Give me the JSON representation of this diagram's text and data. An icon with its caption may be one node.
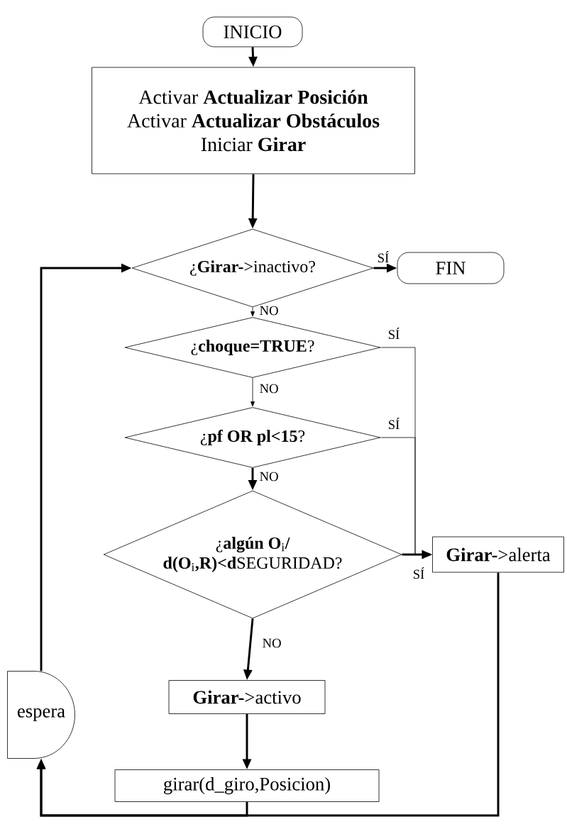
{
  "diagram": {
    "nodes": [
      {
        "text": [
          "INICIO"
        ]
      },
      {
        "text": [
          "Activar **Actualizar Posición**",
          "Activar **Actualizar Obstáculos**",
          "Iniciar **Girar**"
        ]
      },
      {
        "text": [
          "¿**Girar-**>inactivo?"
        ]
      },
      {
        "text": [
          "FIN"
        ]
      },
      {
        "text": [
          "¿**choque=TRUE**?"
        ]
      },
      {
        "text": [
          "¿**pf OR pl<15**?"
        ]
      },
      {
        "text": [
          "¿**algún O**$_{i}$**/ d(O**$_{i}$**,R)<d**SEGURIDAD?"
        ]
      },
      {
        "text": [
          "**Girar-**>alerta"
        ]
      },
      {
        "text": [
          "**Girar-**>activo"
        ]
      },
      {
        "text": [
          "girar(d_giro,Posicion)"
        ]
      },
      {
        "text": [
          "espera"
        ]
      }
    ],
    "edges": [
      {
        "from": 0,
        "to": 1,
        "arrow": "to"
      },
      {
        "from": 1,
        "to": 2,
        "arrow": "to"
      },
      {
        "from": 2,
        "to": 3,
        "arrow": "to",
        "label": "SÍ"
      },
      {
        "from": 2,
        "to": 4,
        "arrow": "to",
        "label": "NO"
      },
      {
        "from": 4,
        "to": 5,
        "arrow": "to",
        "label": "NO"
      },
      {
        "from": 4,
        "to": 7,
        "arrow": "to",
        "label": "SÍ"
      },
      {
        "from": 5,
        "to": 7,
        "arrow": "to",
        "label": "SÍ"
      },
      {
        "from": 5,
        "to": 6,
        "arrow": "to",
        "label": "NO"
      },
      {
        "from": 6,
        "to": 7,
        "arrow": "to",
        "label": "SÍ"
      },
      {
        "from": 6,
        "to": 8,
        "arrow": "to",
        "label": "NO"
      },
      {
        "from": 8,
        "to": 9,
        "arrow": "to"
      },
      {
        "from": 9,
        "to": 10,
        "arrow": "to"
      },
      {
        "from": 7,
        "to": 10,
        "arrow": "to"
      },
      {
        "from": 10,
        "to": 2,
        "arrow": "to"
      }
    ]
  }
}
